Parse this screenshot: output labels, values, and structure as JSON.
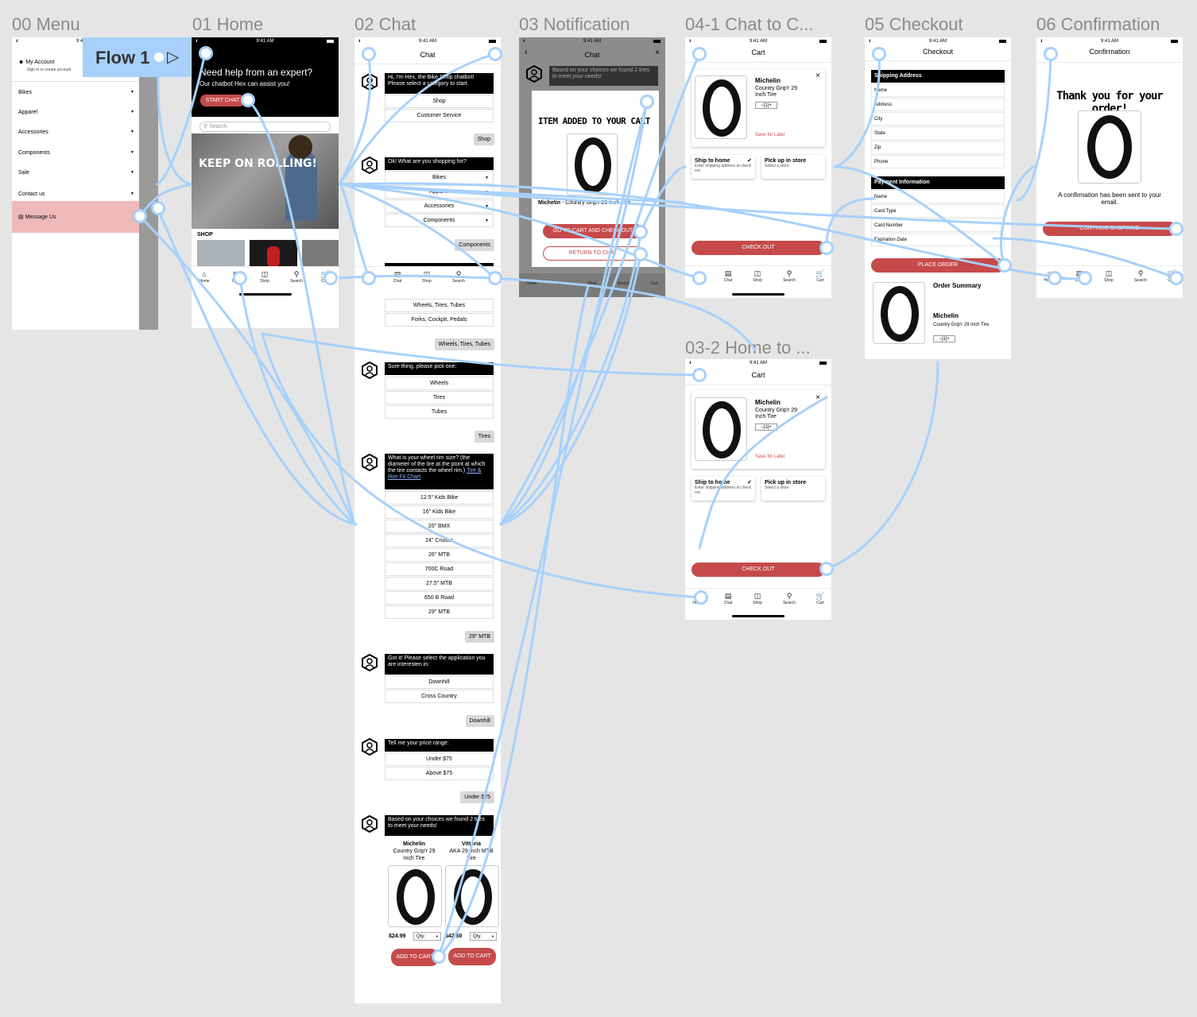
{
  "frames": {
    "menu": "00 Menu",
    "home": "01 Home",
    "chat": "02 Chat",
    "notification": "03 Notification",
    "cart1": "04-1 Chat to C...",
    "checkout": "05 Checkout",
    "confirmation": "06 Confirmation",
    "cart2": "03-2 Home to ..."
  },
  "status_time": "9:41 AM",
  "flow_label": "Flow 1",
  "tabs": {
    "home": "Home",
    "chat": "Chat",
    "shop": "Shop",
    "search": "Search",
    "cart": "Cart"
  },
  "menu": {
    "account_title": "My Account",
    "account_sub": "Sign in or create account",
    "items": [
      "Bikes",
      "Apparel",
      "Accessories",
      "Components",
      "Sale",
      "Contact us"
    ],
    "message_us": "Message Us"
  },
  "home": {
    "hero_title": "Need help from an expert?",
    "hero_sub": "Our chatbot Hex can assist you!",
    "start_chat": "START CHAT",
    "search_placeholder": "Search",
    "banner": "KEEP ON ROLLING!",
    "shop_label": "SHOP"
  },
  "chat": {
    "title": "Chat",
    "intro": "Hi, I'm Hex, the Bike Shop chatbot! Please select a category to start.",
    "opt_shop": "Shop",
    "opt_service": "Customer Service",
    "reply_shop": "Shop",
    "q_shopping": "Ok! What are you shopping for?",
    "cat_opts": [
      "Bikes",
      "Apparel",
      "Accessories",
      "Components"
    ],
    "reply_components": "Components",
    "comp_opts": [
      "Wheels, Tires, Tubes",
      "Forks, Cockpit, Pedals"
    ],
    "reply_wheels": "Wheels, Tires, Tubes",
    "q_pick": "Sure thing, please pick one:",
    "wheel_opts": [
      "Wheels",
      "Tires",
      "Tubes"
    ],
    "reply_tires": "Tires",
    "q_rim": "What is your wheel rim size? (the diameter of the tire at the point at which the tire contacts the wheel rim.)",
    "rim_link": "Tire & Rim Fit Chart",
    "rim_opts": [
      "12.5\" Kids Bike",
      "16\" Kids Bike",
      "20\" BMX",
      "24\" Cruiser",
      "26\" MTB",
      "700C Road",
      "27.5\" MTB",
      "650 B Road",
      "29\" MTB"
    ],
    "reply_rim": "29\" MTB",
    "q_app": "Got it! Please select the application you are interesten in:",
    "app_opts": [
      "Downhill",
      "Cross Country"
    ],
    "reply_app": "Downhill",
    "q_price": "Tell me your price range:",
    "price_opts": [
      "Under $75",
      "Above $75"
    ],
    "reply_price": "Under $75",
    "q_found": "Based on your choices we found 2 tires to meet your needs!",
    "prod1_name": "Michelin",
    "prod1_desc": "Country Grip'r 29 Inch Tire",
    "prod1_price": "$24.99",
    "prod2_name": "Vittoria",
    "prod2_desc": "AKA 29 Inch MTB Tire",
    "prod2_price": "$42.50",
    "qty": "Qty:",
    "add_to_cart": "ADD TO CART"
  },
  "notification": {
    "title": "Chat",
    "bubble": "Based on your choices we found 2 tires to meet your needs!",
    "added": "ITEM ADDED TO YOUR CART",
    "item_name": "Michelin",
    "item_desc": "- Country Grip'r 29 Inch Tire",
    "go_cart": "GO TO CART AND CHECKOUT",
    "return_chat": "RETURN TO CHAT"
  },
  "cart": {
    "title": "Cart",
    "item_name": "Michelin",
    "item_desc": "Country Grip'r 29 Inch Tire",
    "qty_val": "1",
    "save_later": "Save for Later",
    "ship_home": "Ship to home",
    "ship_home_sub": "Enter shipping address at check out",
    "pickup": "Pick up in store",
    "pickup_sub": "Select a store",
    "checkout": "CHECK OUT"
  },
  "checkout": {
    "title": "Checkout",
    "shipping_head": "Shipping Address",
    "shipping_fields": [
      "Name",
      "Address",
      "City",
      "State",
      "Zip",
      "Phone"
    ],
    "payment_head": "Payment Information",
    "payment_fields": [
      "Name",
      "Card Type",
      "Card Number",
      "Expiration Date"
    ],
    "place_order": "PLACE ORDER",
    "summary_title": "Order Summary",
    "summary_name": "Michelin",
    "summary_desc": "Country Grip'r 29 Inch Tire"
  },
  "confirmation": {
    "title": "Confirmation",
    "thanks": "Thank you for your order!",
    "sent": "A confirmation has been sent to your email.",
    "continue": "CONTINUE SHOPPING"
  }
}
